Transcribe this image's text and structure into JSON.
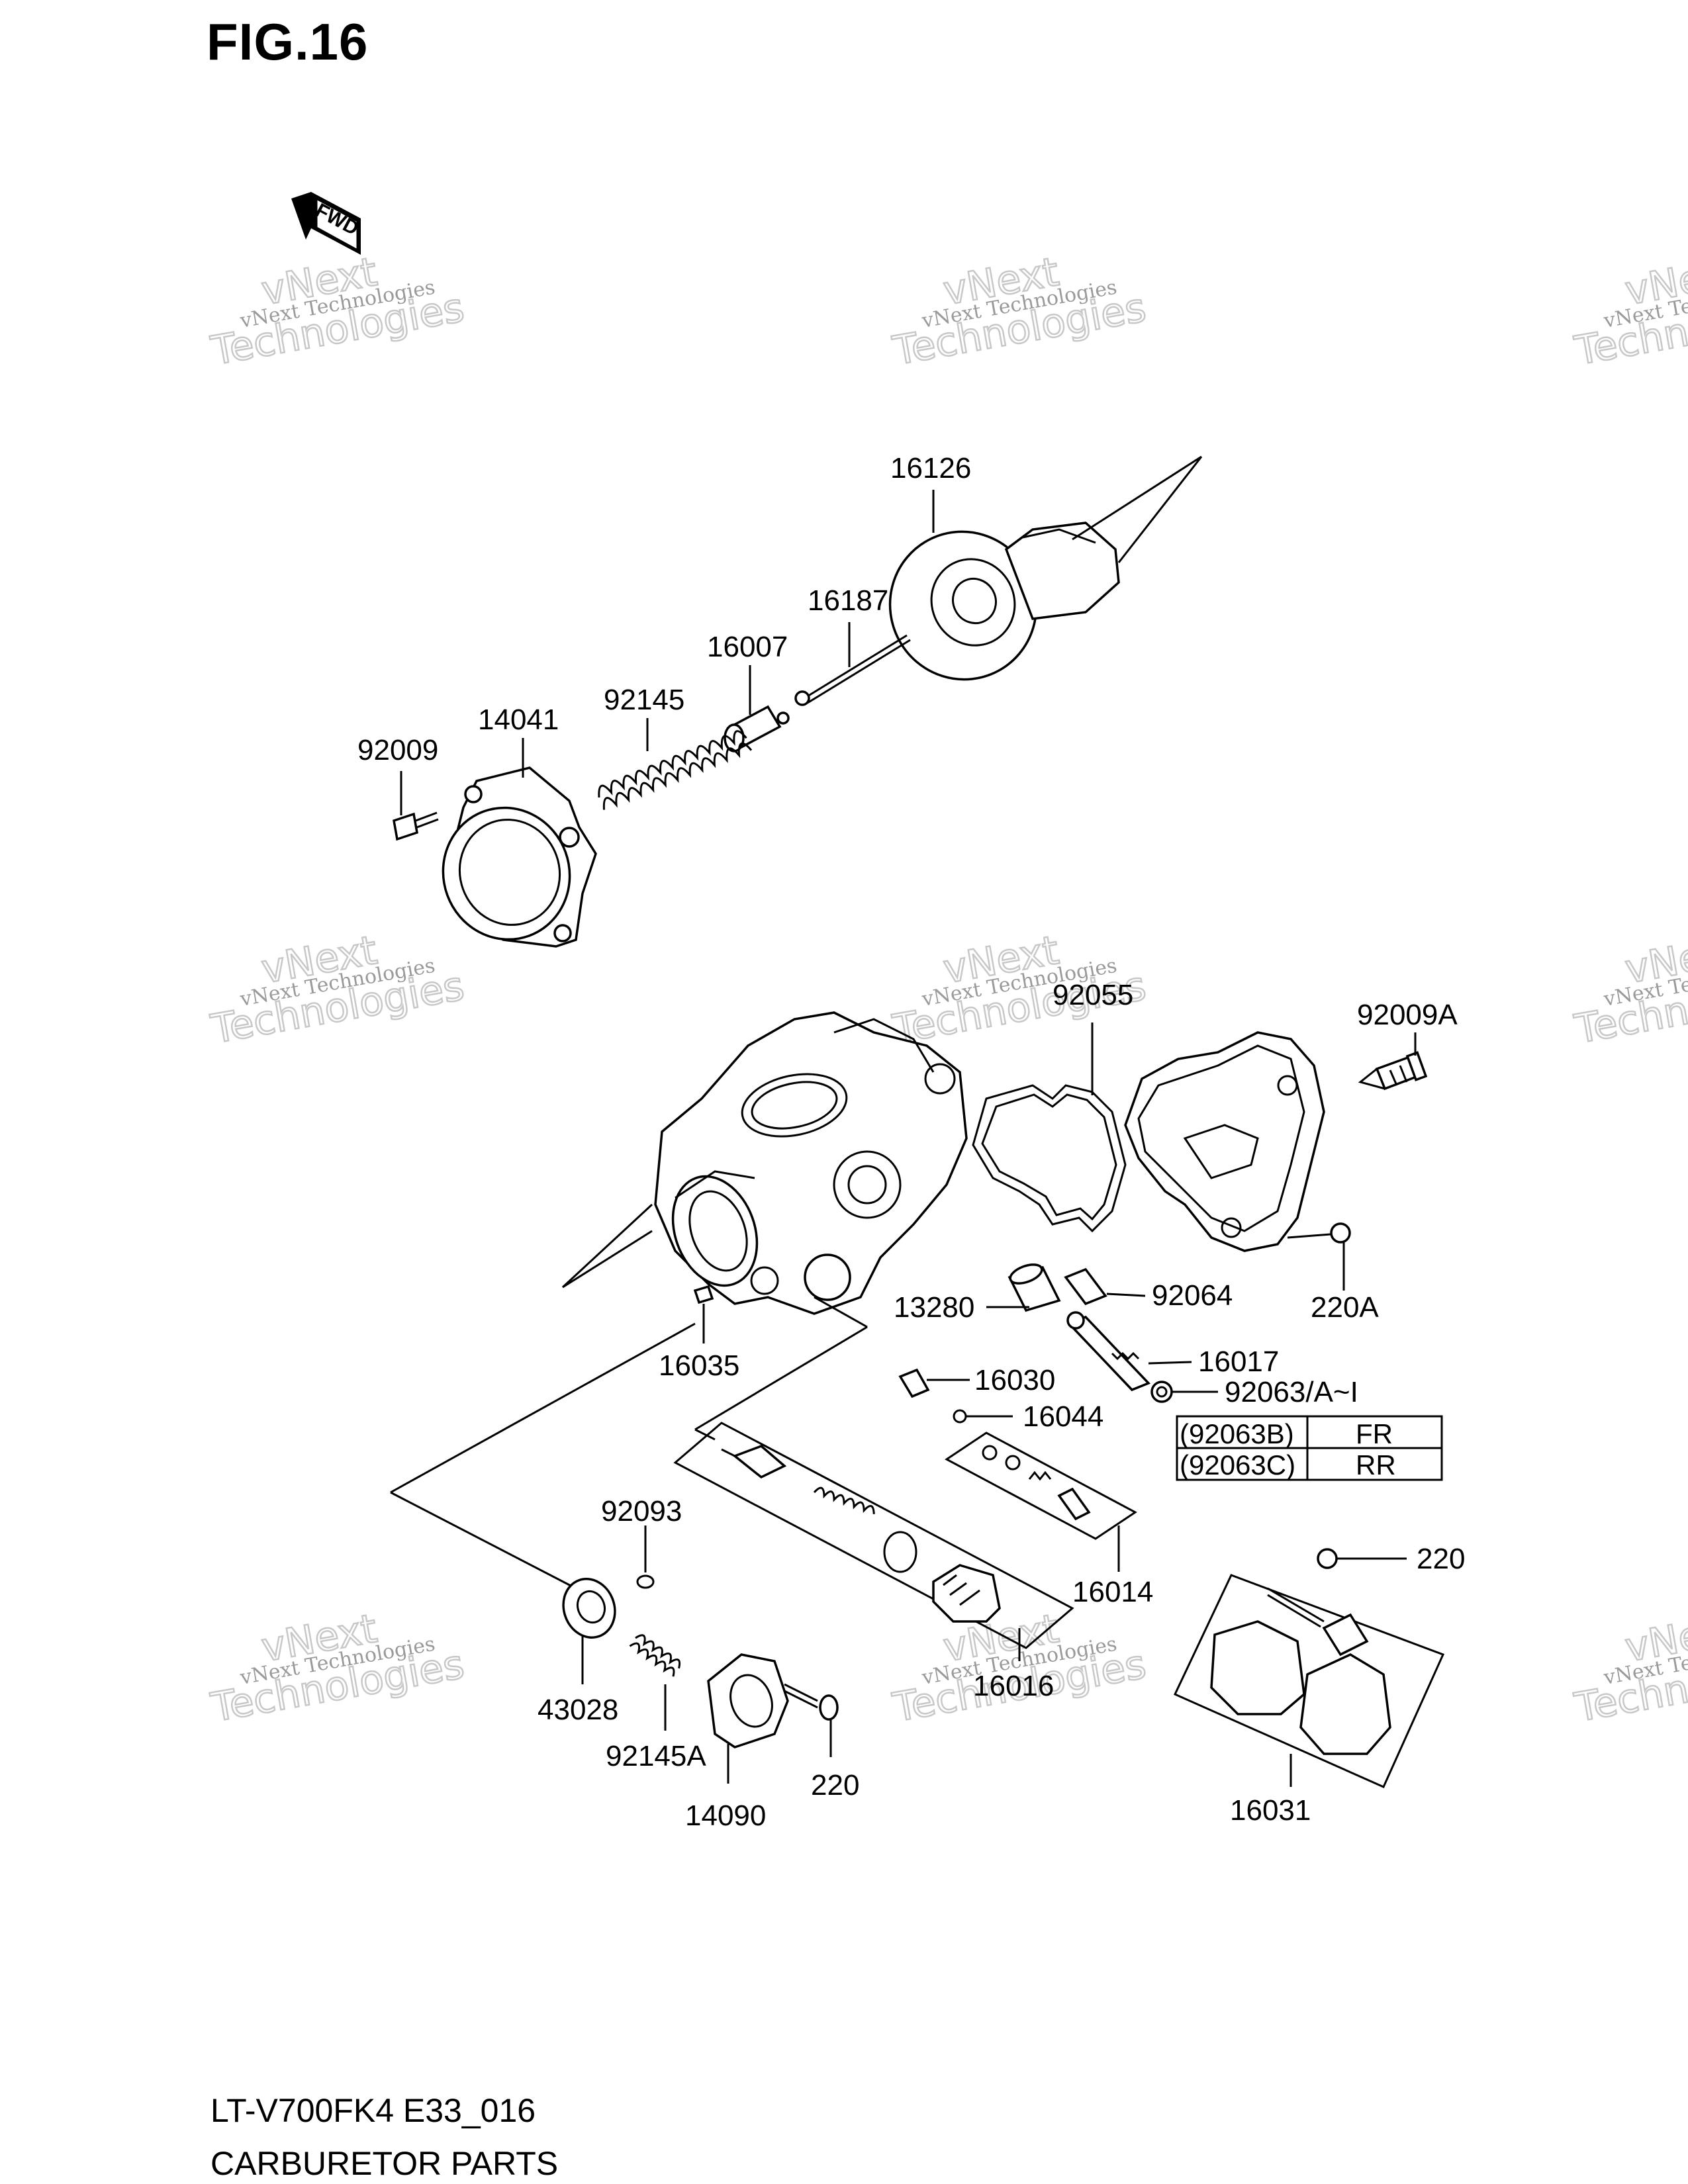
{
  "figure": {
    "title": "FIG.16",
    "code": "LT-V700FK4 E33_016",
    "name": "CARBURETOR PARTS"
  },
  "fwd_label": "FWD",
  "watermark": {
    "line1": "vNext Technologies",
    "line2": "vNext",
    "line3": "Technologies"
  },
  "parts": {
    "p16126": "16126",
    "p16187": "16187",
    "p16007": "16007",
    "p92145": "92145",
    "p14041": "14041",
    "p92009": "92009",
    "p92055": "92055",
    "p92009A": "92009A",
    "p220A": "220A",
    "p92064": "92064",
    "p13280": "13280",
    "p16017": "16017",
    "p16035": "16035",
    "p16030": "16030",
    "p92063": "92063/A~I",
    "p16044": "16044",
    "p92093": "92093",
    "p16014": "16014",
    "p220_top": "220",
    "p43028": "43028",
    "p16016": "16016",
    "p92145A": "92145A",
    "p220_bot": "220",
    "p14090": "14090",
    "p16031": "16031"
  },
  "variant_table": {
    "rows": [
      {
        "code": "(92063B)",
        "pos": "FR"
      },
      {
        "code": "(92063C)",
        "pos": "RR"
      }
    ]
  }
}
